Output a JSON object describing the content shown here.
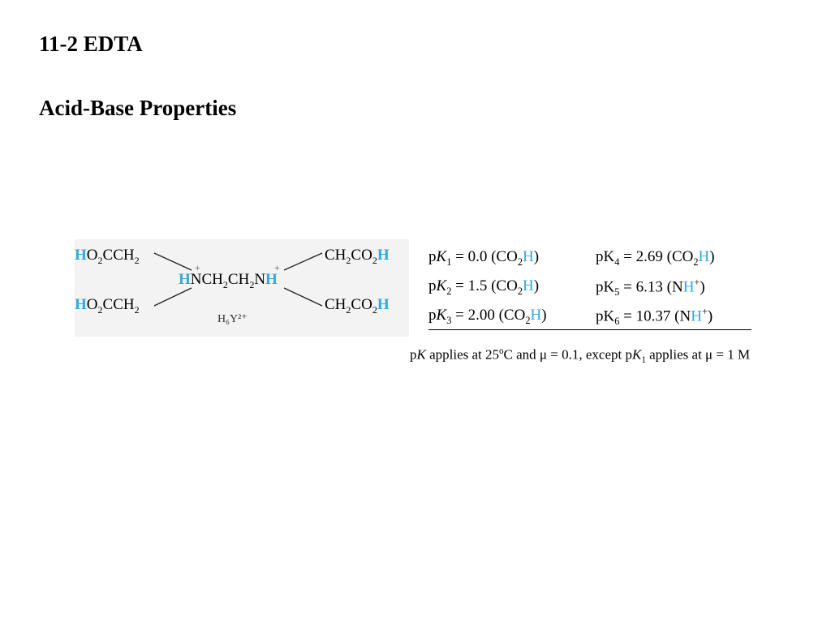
{
  "slide": {
    "title": "11-2 EDTA",
    "subtitle": "Acid-Base Properties"
  },
  "structure": {
    "label": "H₆Y²⁺",
    "highlight_color": "#2fa9df",
    "left_top": [
      "H",
      "O",
      "2",
      "CCH",
      "2"
    ],
    "left_bottom": [
      "H",
      "O",
      "2",
      "CCH",
      "2"
    ],
    "right_top": [
      "CH",
      "2",
      "CO",
      "2",
      "H"
    ],
    "right_bottom": [
      "CH",
      "2",
      "CO",
      "2",
      "H"
    ],
    "backbone": [
      "H",
      "NCH",
      "2",
      "CH",
      "2",
      "N",
      "H"
    ],
    "charge": "+"
  },
  "pk_table": {
    "rows": [
      {
        "left": {
          "p": "p",
          "K": "K",
          "sub": "1",
          "eq": " = ",
          "val": "0.0",
          "group": "(CO",
          "gsub": "2",
          "H": "H",
          "close": ")"
        },
        "right": {
          "p": "pK",
          "sub": "4",
          "eq": " = ",
          "val": "2.69",
          "group": "(CO",
          "gsub": "2",
          "H": "H",
          "close": ")"
        }
      },
      {
        "left": {
          "p": "p",
          "K": "K",
          "sub": "2",
          "eq": " = ",
          "val": "1.5",
          "group": "(CO",
          "gsub": "2",
          "H": "H",
          "close": ")"
        },
        "right": {
          "p": "pK",
          "sub": "5",
          "eq": " = ",
          "val": "6.13",
          "group": "(N",
          "H": "H",
          "sup": "+",
          "close": ")"
        }
      },
      {
        "left": {
          "p": "p",
          "K": "K",
          "sub": "3",
          "eq": " = ",
          "val": "2.00",
          "group": "(CO",
          "gsub": "2",
          "H": "H",
          "close": ")"
        },
        "right": {
          "p": "pK",
          "sub": "6",
          "eq": " = ",
          "val": "10.37",
          "group": "(N",
          "H": "H",
          "sup": "+",
          "close": ")"
        }
      }
    ]
  },
  "note": {
    "p1": "p",
    "K1": "K",
    "t1": " applies at 25",
    "deg": "o",
    "t2": "C and μ = 0.1, except p",
    "K2": "K",
    "sub1": "1",
    "t3": " applies at μ = 1 M"
  }
}
